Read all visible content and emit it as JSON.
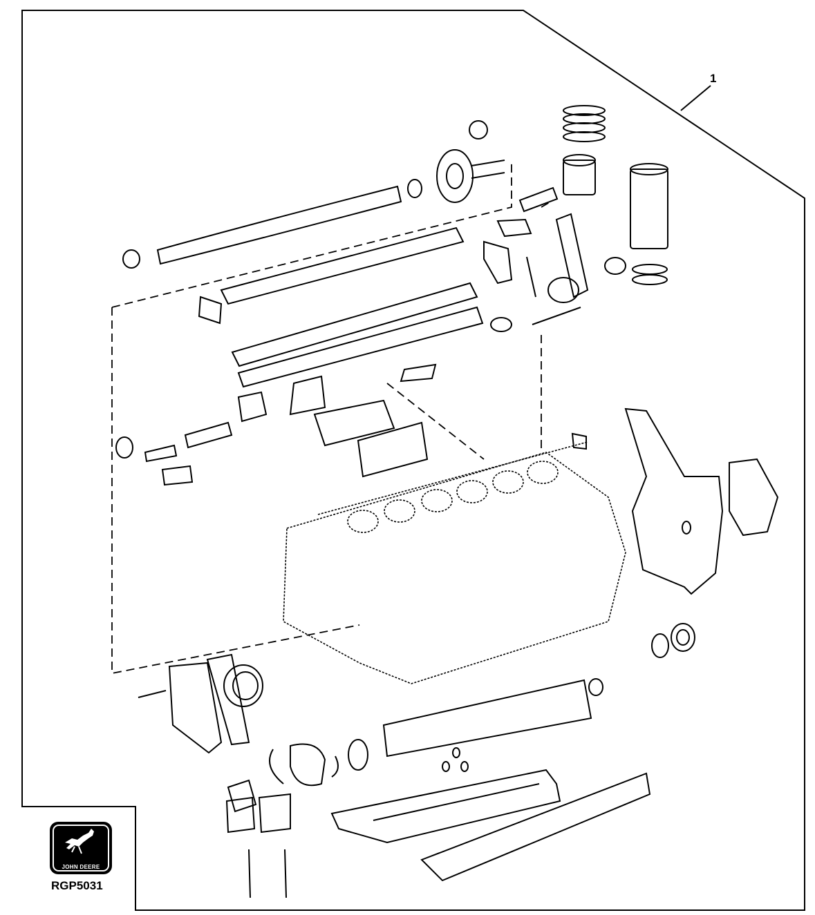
{
  "callout": {
    "number": "1"
  },
  "logo": {
    "brand_text": "JOHN DEERE",
    "icon": "leaping-deer-icon"
  },
  "figure": {
    "id": "RGP5031"
  }
}
